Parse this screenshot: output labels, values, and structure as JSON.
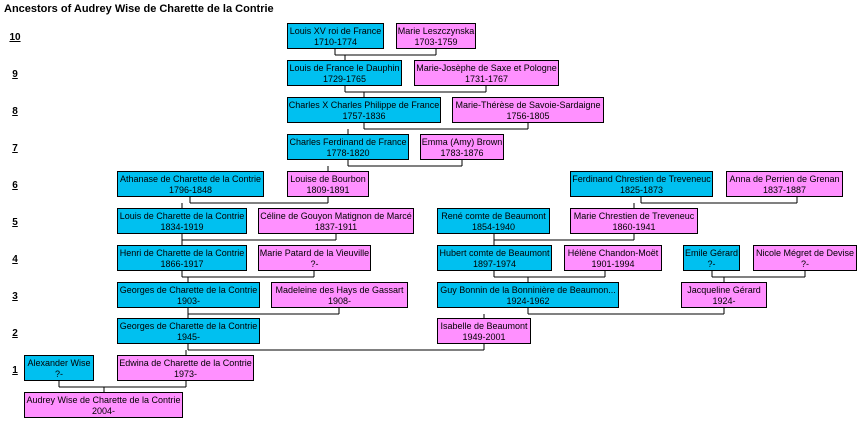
{
  "title": "Ancestors of Audrey Wise de Charette de la Contrie",
  "generations": [
    "10",
    "9",
    "8",
    "7",
    "6",
    "5",
    "4",
    "3",
    "2",
    "1"
  ],
  "people": {
    "louis15": {
      "name": "Louis XV roi de France",
      "dates": "1710-1774"
    },
    "marie_leszczynska": {
      "name": "Marie Leszczynska",
      "dates": "1703-1759"
    },
    "louis_dauphin": {
      "name": "Louis de France le Dauphin",
      "dates": "1729-1765"
    },
    "marie_josephe": {
      "name": "Marie-Josèphe de Saxe et Pologne",
      "dates": "1731-1767"
    },
    "charles10": {
      "name": "Charles X Charles Philippe de France",
      "dates": "1757-1836"
    },
    "marie_therese": {
      "name": "Marie-Thérèse de Savoie-Sardaigne",
      "dates": "1756-1805"
    },
    "charles_ferdinand": {
      "name": "Charles Ferdinand de France",
      "dates": "1778-1820"
    },
    "emma_brown": {
      "name": "Emma (Amy) Brown",
      "dates": "1783-1876"
    },
    "athanase": {
      "name": "Athanase de Charette de la Contrie",
      "dates": "1796-1848"
    },
    "louise_bourbon": {
      "name": "Louise de Bourbon",
      "dates": "1809-1891"
    },
    "ferdinand_treveneuc": {
      "name": "Ferdinand Chrestien de Treveneuc",
      "dates": "1825-1873"
    },
    "anna_grenan": {
      "name": "Anna de Perrien de Grenan",
      "dates": "1837-1887"
    },
    "louis_charette": {
      "name": "Louis de Charette de la Contrie",
      "dates": "1834-1919"
    },
    "celine": {
      "name": "Céline de Gouyon Matignon de Marcé",
      "dates": "1837-1911"
    },
    "rene_beaumont": {
      "name": "René comte de Beaumont",
      "dates": "1854-1940"
    },
    "marie_treveneuc": {
      "name": "Marie Chrestien de Treveneuc",
      "dates": "1860-1941"
    },
    "henri": {
      "name": "Henri de Charette de la Contrie",
      "dates": "1866-1917"
    },
    "marie_patard": {
      "name": "Marie Patard de la Vieuville",
      "dates": "?-"
    },
    "hubert": {
      "name": "Hubert comte de Beaumont",
      "dates": "1897-1974"
    },
    "helene": {
      "name": "Hélène Chandon-Moët",
      "dates": "1901-1994"
    },
    "emile": {
      "name": "Emile Gérard",
      "dates": "?-"
    },
    "nicole": {
      "name": "Nicole Mégret de Devise",
      "dates": "?-"
    },
    "georges1903": {
      "name": "Georges de Charette de la Contrie",
      "dates": "1903-"
    },
    "madeleine": {
      "name": "Madeleine des Hays de Gassart",
      "dates": "1908-"
    },
    "guy": {
      "name": "Guy Bonnin de la Bonninière de Beaumon...",
      "dates": "1924-1962"
    },
    "jacqueline": {
      "name": "Jacqueline Gérard",
      "dates": "1924-"
    },
    "georges1945": {
      "name": "Georges de Charette de la Contrie",
      "dates": "1945-"
    },
    "isabelle": {
      "name": "Isabelle de Beaumont",
      "dates": "1949-2001"
    },
    "alexander": {
      "name": "Alexander Wise",
      "dates": "?-"
    },
    "edwina": {
      "name": "Edwina de Charette de la Contrie",
      "dates": "1973-"
    },
    "audrey": {
      "name": "Audrey Wise de Charette de la Contrie",
      "dates": "2004-"
    }
  }
}
